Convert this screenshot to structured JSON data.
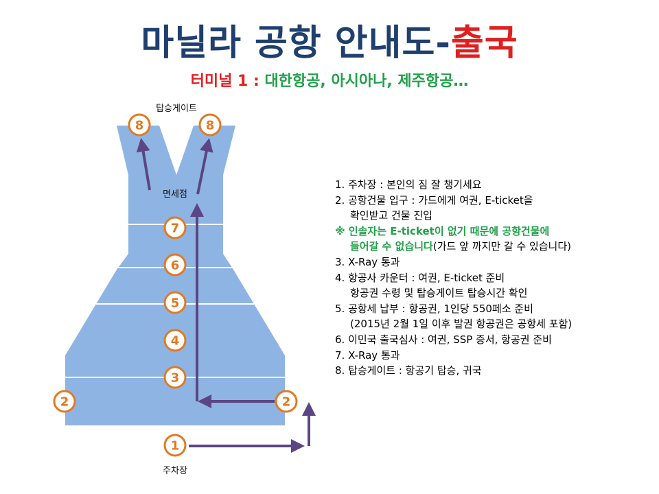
{
  "header": {
    "title_main": "마닐라 공항 안내도-",
    "title_accent": "출국",
    "subtitle_lead": "터미널 1 :",
    "subtitle_rest": " 대한항공, 아시아나, 제주항공…"
  },
  "colors": {
    "title": "#1f3f6e",
    "accent_red": "#e02020",
    "accent_green": "#22a04a",
    "building_fill": "#8eb4e3",
    "node_orange": "#e07a22",
    "arrow_purple": "#5c4584"
  },
  "diagram": {
    "labels": {
      "gate": "탑승게이트",
      "duty_free": "면세점",
      "parking": "주차장"
    },
    "nodes": {
      "gate_left": "8",
      "gate_right": "8",
      "n7": "7",
      "n6": "6",
      "n5": "5",
      "n4": "4",
      "n3": "3",
      "n2_left": "2",
      "n2_right": "2",
      "n1": "1"
    }
  },
  "steps": {
    "s1": "1. 주차장 : 본인의 짐 잘 챙기세요",
    "s2a": "2. 공항건물 입구 : 가드에게 여권, E-ticket을",
    "s2b": "확인받고 건물 진입",
    "warn_a": "※ 인솔자는 E-ticket이 없기 때문에 공항건물에",
    "warn_b": "들어갈 수 없습니다",
    "warn_tail": "(가드 앞 까지만 갈 수 있습니다)",
    "s3": "3. X-Ray 통과",
    "s4a": "4. 항공사 카운터 : 여권, E-ticket 준비",
    "s4b": "항공권 수령 및 탑승게이트 탑승시간 확인",
    "s5a": "5. 공항세 납부 : 항공권, 1인당 550페소 준비",
    "s5b": "(2015년 2월 1일 이후 발권 항공권은 공항세 포함)",
    "s6": "6. 이민국 출국심사 : 여권, SSP 증서, 항공권 준비",
    "s7": "7. X-Ray 통과",
    "s8": "8. 탑승게이트 : 항공기 탑승, 귀국"
  }
}
